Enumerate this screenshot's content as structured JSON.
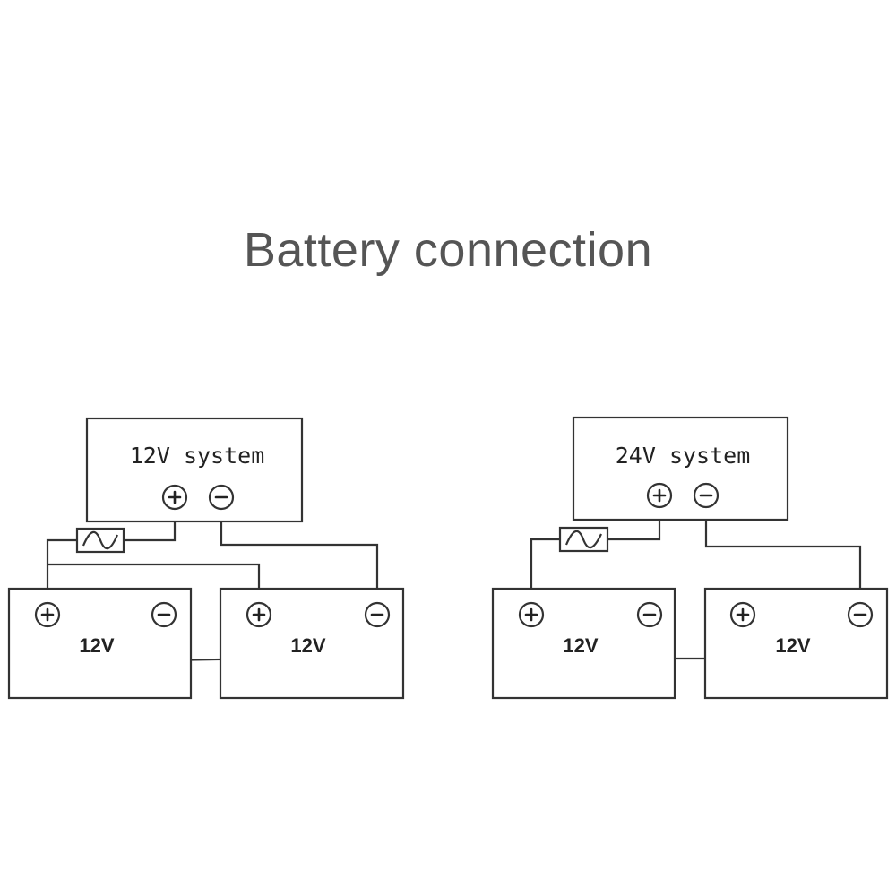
{
  "title": "Battery connection",
  "diagrams": [
    {
      "system_label": "12V system",
      "battery_labels": [
        "12V",
        "12V"
      ],
      "fuse_icon": "fuse-icon"
    },
    {
      "system_label": "24V system",
      "battery_labels": [
        "12V",
        "12V"
      ],
      "fuse_icon": "fuse-icon"
    }
  ],
  "colors": {
    "line": "#333333",
    "title": "#555555"
  }
}
